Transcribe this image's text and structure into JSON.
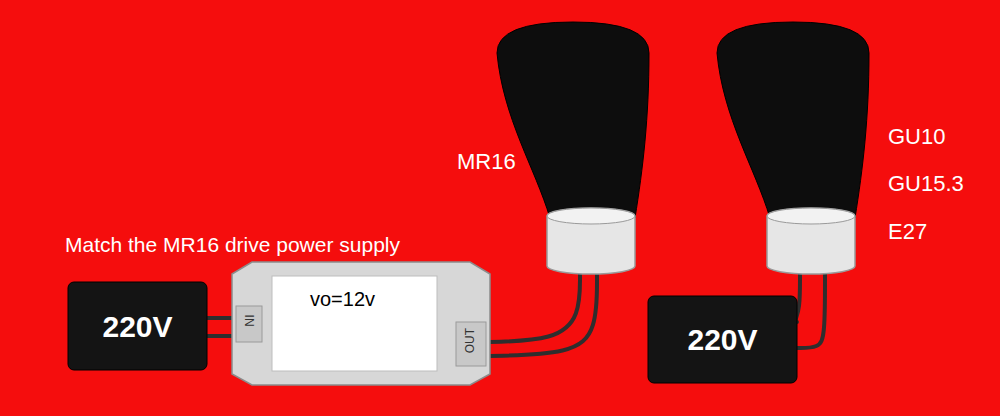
{
  "diagram": {
    "nodes": [
      {
        "text": [
          "MR16"
        ]
      },
      {
        "text": [
          "GU10",
          "GU15.3",
          "E27"
        ]
      },
      {
        "text": [
          "220V"
        ]
      },
      {
        "text": [
          "vo=12v",
          "IN",
          "OUT"
        ]
      },
      {
        "text": [
          "220V"
        ]
      }
    ],
    "edges": [
      {
        "from": 2,
        "to": 3,
        "arrow": "none"
      },
      {
        "from": 3,
        "to": 0,
        "arrow": "none"
      },
      {
        "from": 4,
        "to": 1,
        "arrow": "none"
      }
    ],
    "labels": [
      "Match the MR16 drive power supply"
    ]
  }
}
